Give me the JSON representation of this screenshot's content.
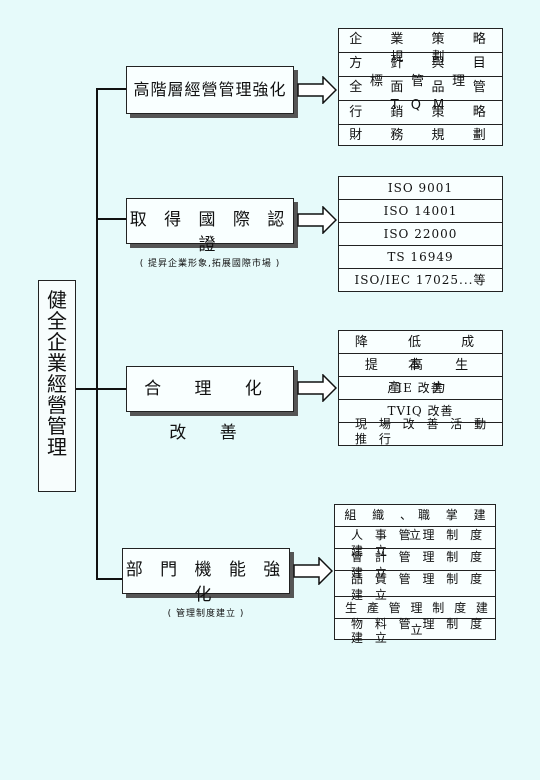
{
  "root": {
    "label": "健全企業經營管理"
  },
  "categories": [
    {
      "title": "高階層經營管理強化",
      "subtitle": "",
      "items": [
        "企 業 策 略 規 劃",
        "方 針 與 目 標 管 理",
        "全 面 品 管 TQM",
        "行 銷 策 略",
        "財 務 規 劃"
      ]
    },
    {
      "title": "取 得 國 際 認 證",
      "subtitle": "( 提昇企業形象,拓展國際市場 )",
      "items": [
        "ISO 9001",
        "ISO 14001",
        "ISO 22000",
        "TS 16949",
        "ISO/IEC 17025...等"
      ]
    },
    {
      "title": "合 理 化 改 善",
      "subtitle": "",
      "items": [
        "降 低 成 本",
        "提 高 生 產 力",
        "IE 改善",
        "TVIQ 改善",
        "現 場 改 善 活 動 推 行"
      ]
    },
    {
      "title": "部 門 機 能 強 化",
      "subtitle": "( 管理制度建立 )",
      "items": [
        "組 織 、職 掌 建 立",
        "人 事 管 理 制 度 建 立",
        "會 計 管 理 制 度 建 立",
        "品 質 管 理 制 度 建 立",
        "生 產 管 理 制 度 建 立",
        "物 料 管 理 制 度 建 立"
      ]
    }
  ]
}
